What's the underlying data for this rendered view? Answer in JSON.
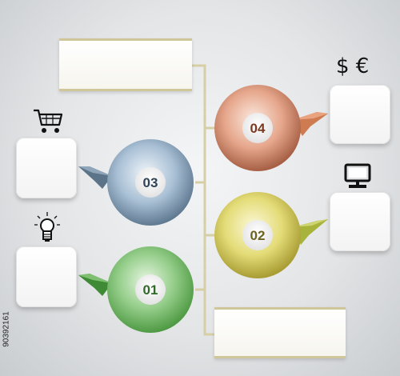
{
  "steps": [
    {
      "label": "01",
      "color": "#84c27a"
    },
    {
      "label": "02",
      "color": "#e6de78"
    },
    {
      "label": "03",
      "color": "#a7bfd6"
    },
    {
      "label": "04",
      "color": "#e8a488"
    }
  ],
  "currency_symbols": "$ €",
  "icons": [
    "shopping-cart-icon",
    "lightbulb-icon",
    "computer-monitor-icon",
    "currency-icon"
  ],
  "side_id": "90392161",
  "accent_line": "#d6cfa6"
}
